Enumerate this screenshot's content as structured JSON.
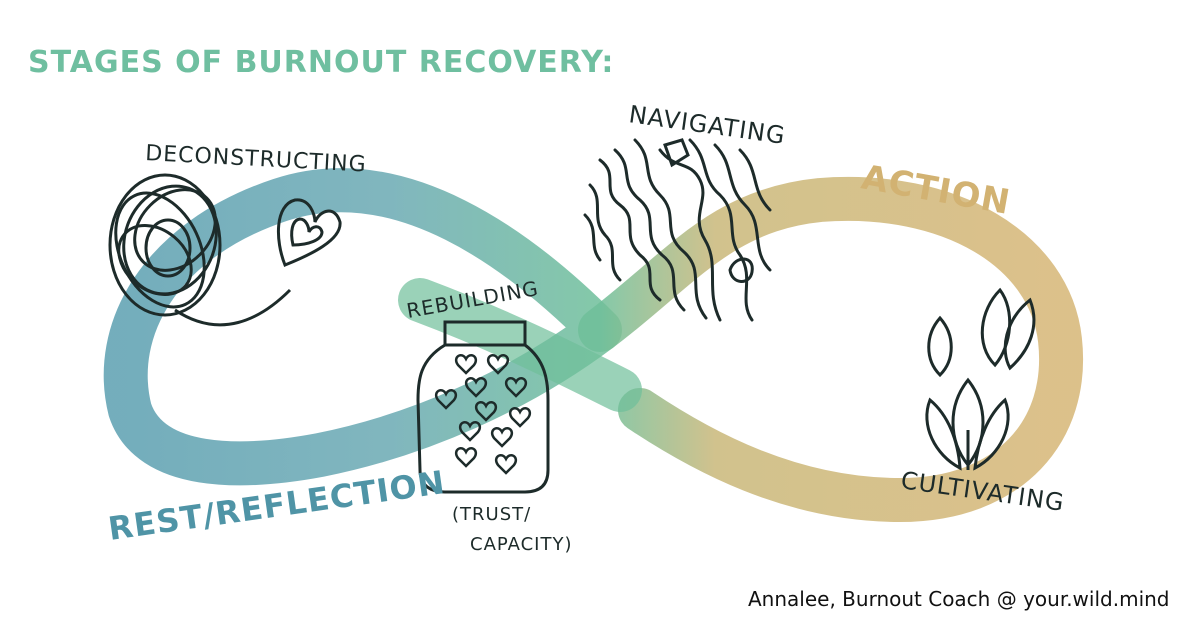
{
  "diagram": {
    "title": "STAGES OF BURNOUT RECOVERY:",
    "colors": {
      "title": "#6fbfa0",
      "rest_loop": "#5b9fb0",
      "middle_green": "#6fbf9a",
      "action_loop": "#d6b676",
      "ink": "#1d2b2a"
    },
    "stages": {
      "deconstructing": "DECONSTRUCTING",
      "rebuilding": "REBUILDING",
      "navigating": "NAVIGATING",
      "cultivating": "CULTIVATING"
    },
    "phases": {
      "rest": "REST/REFLECTION",
      "action": "ACTION"
    },
    "jar_note_line1": "(TRUST/",
    "jar_note_line2": "CAPACITY)",
    "credit": "Annalee, Burnout Coach @ your.wild.mind",
    "icons": [
      "scribble-tangle-icon",
      "heart-icon",
      "jar-of-hearts-icon",
      "wavy-lines-icon",
      "sprouting-leaves-icon"
    ]
  }
}
